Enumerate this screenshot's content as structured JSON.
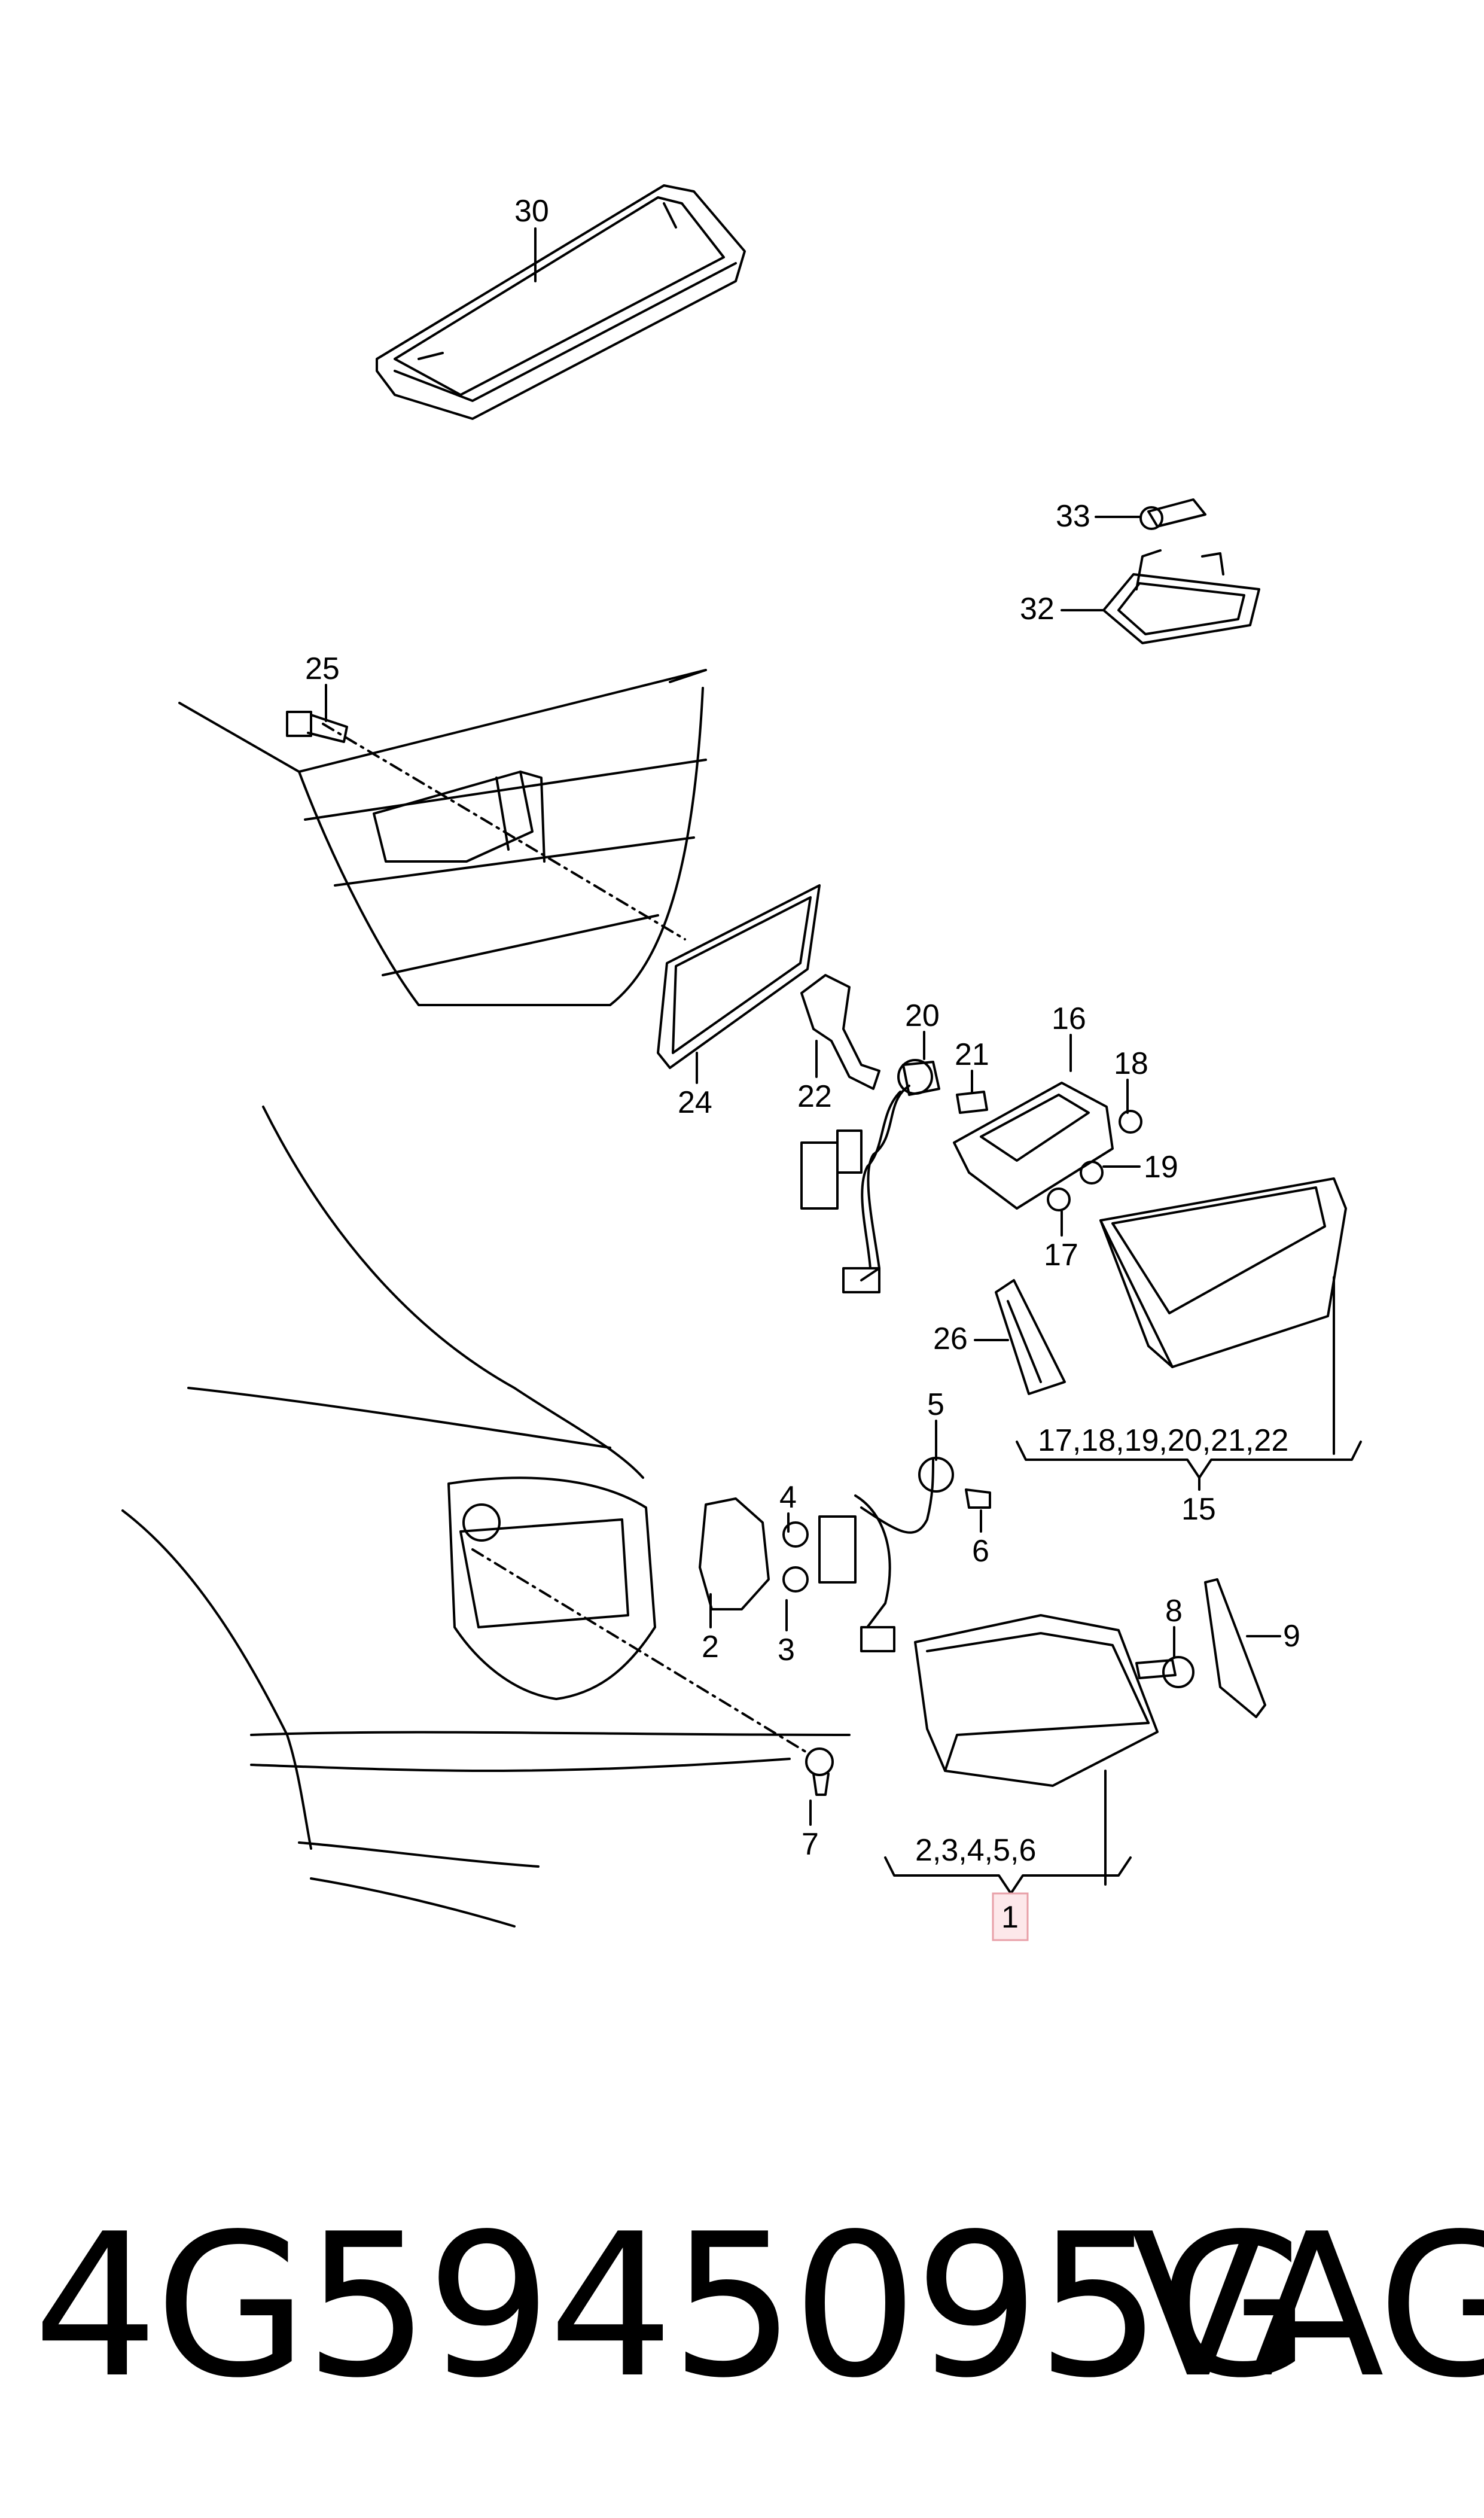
{
  "labels": {
    "p30": "30",
    "p33": "33",
    "p32": "32",
    "p25": "25",
    "p24": "24",
    "p22": "22",
    "p20": "20",
    "p21": "21",
    "p16": "16",
    "p18": "18",
    "p19": "19",
    "p17": "17",
    "p26": "26",
    "p15_group": "17,18,19,20,21,22",
    "p15": "15",
    "p5": "5",
    "p4": "4",
    "p6": "6",
    "p2": "2",
    "p3": "3",
    "p8": "8",
    "p9": "9",
    "p7": "7",
    "p1_group": "2,3,4,5,6",
    "p1": "1"
  },
  "footer": {
    "part_number": "4G5945095G",
    "brand": "VAG"
  },
  "colors": {
    "highlight_fill": "#fde8ea",
    "highlight_stroke": "#e8a0a8",
    "line": "#000000"
  }
}
